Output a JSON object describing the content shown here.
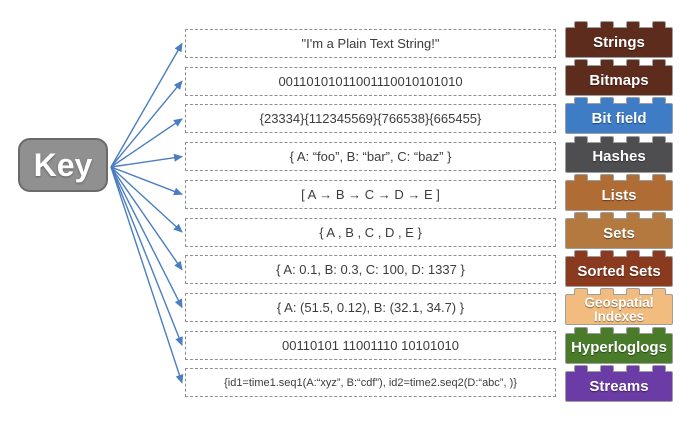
{
  "key": {
    "label": "Key",
    "fill": "#909090",
    "border": "#6a6a6a"
  },
  "arrow_color": "#4a7ec0",
  "rows": [
    {
      "value": "\"I'm a Plain Text String!\"",
      "type": "Strings",
      "color": "#5e2c1c"
    },
    {
      "value": "00110101011001110010101010",
      "type": "Bitmaps",
      "color": "#5e2c1c"
    },
    {
      "value": "{23334}{112345569}{766538}{665455}",
      "type": "Bit field",
      "color": "#3e7dc6"
    },
    {
      "value": "{ A: “foo”, B: “bar”, C: “baz”  }",
      "type": "Hashes",
      "color": "#4e4e50"
    },
    {
      "value": "[ A → B → C → D → E ]",
      "type": "Lists",
      "color": "#b06c35"
    },
    {
      "value": "{ A , B , C , D , E }",
      "type": "Sets",
      "color": "#b4793e"
    },
    {
      "value": "{ A: 0.1, B: 0.3, C: 100, D: 1337 }",
      "type": "Sorted Sets",
      "color": "#8a3a1f"
    },
    {
      "value": "{ A: (51.5, 0.12), B: (32.1, 34.7)  }",
      "type": "Geospatial Indexes",
      "color": "#f1bc7d"
    },
    {
      "value": "00110101 11001110 10101010",
      "type": "Hyperloglogs",
      "color": "#497b2b"
    },
    {
      "value": "{id1=time1.seq1(A:“xyz”, B:“cdf”), id2=time2.seq2(D:“abc”, )}",
      "type": "Streams",
      "color": "#6b3ca5"
    }
  ]
}
